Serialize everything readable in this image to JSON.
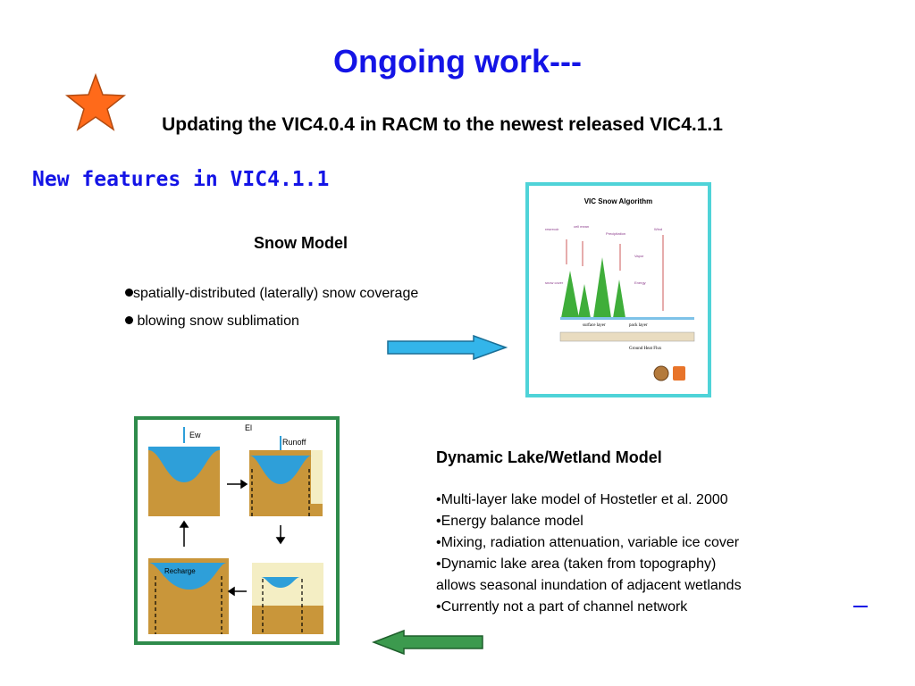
{
  "slide": {
    "title": "Ongoing work---",
    "subtitle": "Updating the VIC4.0.4 in RACM to the newest released VIC4.1.1",
    "features_heading": "New features in VIC4.1.1"
  },
  "snow_model": {
    "heading": "Snow Model",
    "bullets": [
      "spatially-distributed (laterally) snow coverage",
      " blowing snow sublimation"
    ],
    "figure": {
      "title": "VIC Snow Algorithm",
      "labels": {
        "surface_layer": "surface layer",
        "pack_layer": "pack layer",
        "ground_heat_flux": "Ground Heat Flux"
      }
    }
  },
  "lake_model": {
    "heading": "Dynamic Lake/Wetland Model",
    "bullets": [
      "•Multi-layer lake model of Hostetler et al. 2000",
      "•Energy balance model",
      "•Mixing, radiation attenuation, variable ice cover",
      "•Dynamic lake area (taken from topography)",
      "allows seasonal inundation of adjacent wetlands",
      "•Currently not a part of channel network"
    ],
    "figure": {
      "labels": {
        "ew": "Ew",
        "el": "El",
        "runoff": "Runoff",
        "recharge": "Recharge"
      }
    }
  },
  "colors": {
    "title_blue": "#1414e6",
    "star_orange": "#ff6a1a",
    "snow_frame": "#4fd3d8",
    "lake_frame": "#2e8b4b",
    "snow_arrow": "#33b5ea",
    "lake_arrow": "#3c9a4e",
    "water": "#2e9fd9",
    "soil": "#c9963a"
  },
  "icons": {
    "star": "star-icon",
    "right_arrow": "arrow-right-icon",
    "left_arrow": "arrow-left-icon"
  }
}
